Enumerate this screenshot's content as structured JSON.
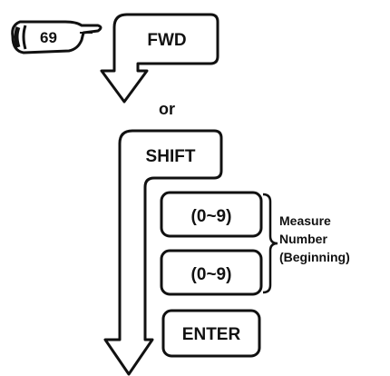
{
  "step_marker": {
    "number": "69",
    "icon": "pointing-hand-icon"
  },
  "keys": {
    "fwd": "FWD",
    "shift": "SHIFT",
    "digit_first": "(0~9)",
    "digit_second": "(0~9)",
    "enter": "ENTER"
  },
  "connector_text": "or",
  "bracket_note": {
    "line1": "Measure",
    "line2": "Number",
    "line3": "(Beginning)"
  }
}
